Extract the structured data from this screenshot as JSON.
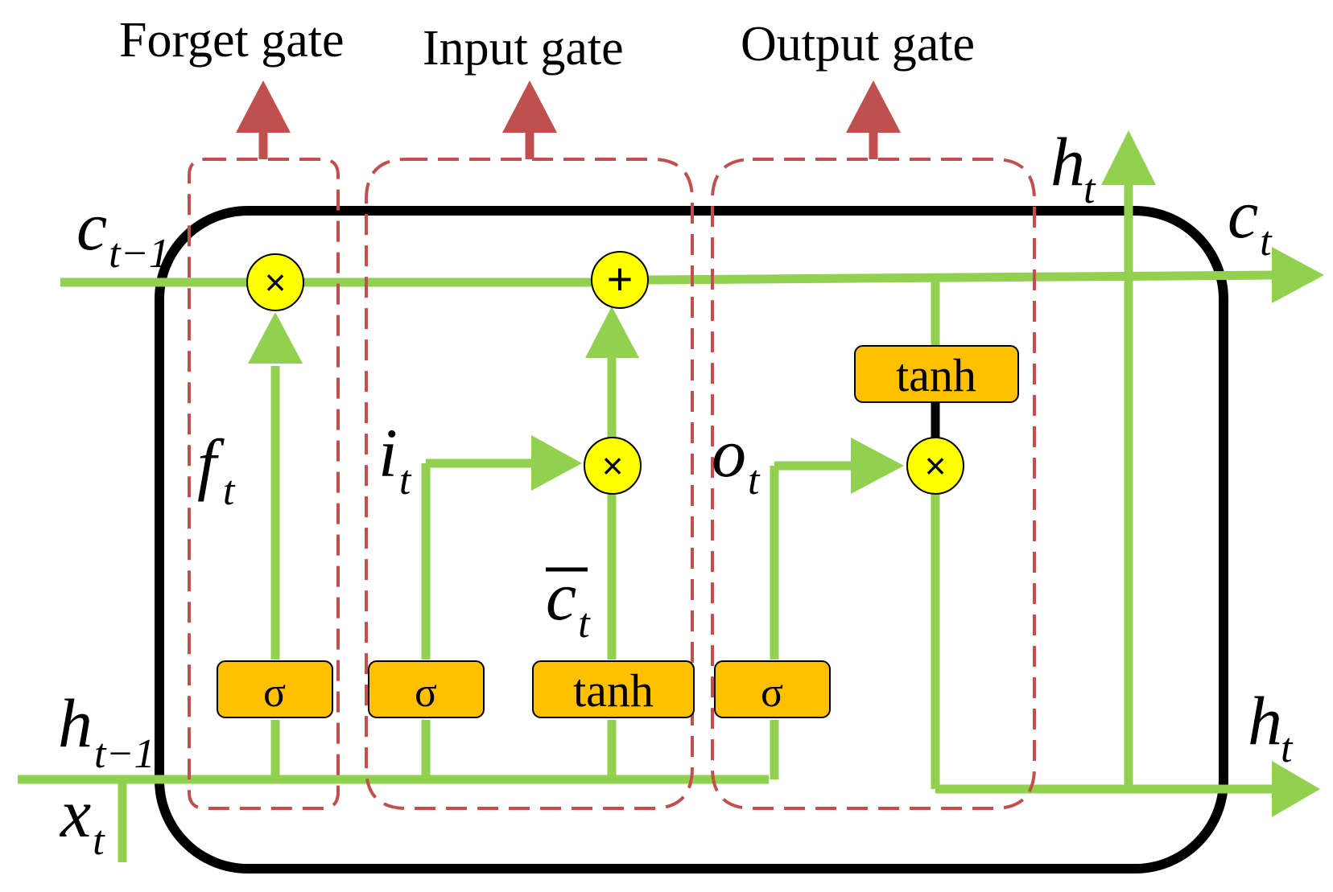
{
  "gates": {
    "forget": "Forget gate",
    "input": "Input gate",
    "output": "Output gate"
  },
  "variables": {
    "c_prev": {
      "base": "c",
      "sub": "t−1"
    },
    "h_prev": {
      "base": "h",
      "sub": "t−1"
    },
    "x": {
      "base": "x",
      "sub": "t"
    },
    "f": {
      "base": "f",
      "sub": "t"
    },
    "i": {
      "base": "i",
      "sub": "t"
    },
    "o": {
      "base": "o",
      "sub": "t"
    },
    "c_tilde": {
      "base": "c",
      "sub": "t"
    },
    "c_out": {
      "base": "c",
      "sub": "t"
    },
    "h_top": {
      "base": "h",
      "sub": "t"
    },
    "h_right": {
      "base": "h",
      "sub": "t"
    }
  },
  "boxes": {
    "sigma_forget": "σ",
    "sigma_input": "σ",
    "tanh_input": "tanh",
    "sigma_output": "σ",
    "tanh_output": "tanh"
  },
  "operators": {
    "multiply": "×",
    "add": "+"
  },
  "colors": {
    "flow": "#92d050",
    "gate_border": "#c0504d",
    "box_fill": "#ffc000",
    "op_fill": "#ffff00",
    "cell_border": "#000000"
  }
}
